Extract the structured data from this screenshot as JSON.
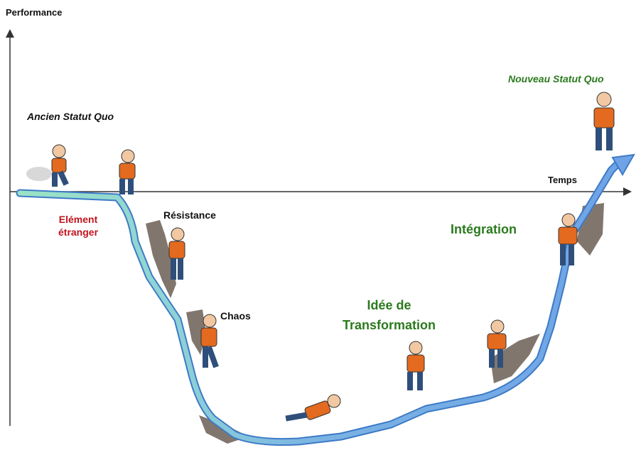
{
  "axes": {
    "y_label": "Performance",
    "x_label": "Temps"
  },
  "stages": {
    "ancien": "Ancien Statut Quo",
    "element_line1": "Elément",
    "element_line2": "étranger",
    "resistance": "Résistance",
    "chaos": "Chaos",
    "idee_line1": "Idée de",
    "idee_line2": "Transformation",
    "integration": "Intégration",
    "nouveau": "Nouveau Statut Quo"
  },
  "colors": {
    "curve_start": "#9be3c4",
    "curve_end": "#6fa3e6",
    "curve_outline": "#3d7ac7",
    "element_etranger": "#c0141c",
    "transformation_green": "#2b7a1e",
    "axis": "#333333"
  },
  "icons": [
    "person-running-icon",
    "person-falling-icon",
    "person-climbing-icon",
    "rock-cliff-icon"
  ]
}
